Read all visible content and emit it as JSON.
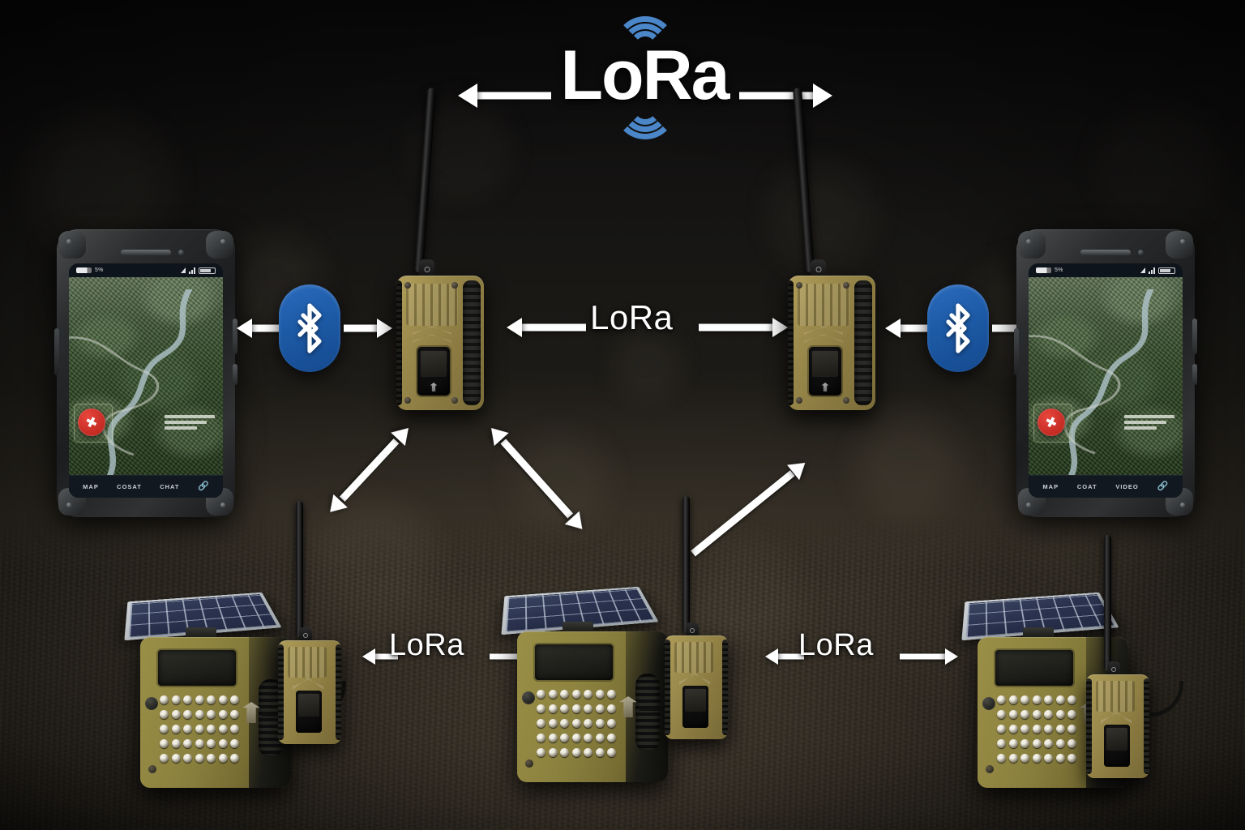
{
  "diagram": {
    "title": "LoRa",
    "background": "dark blurred rocky terrain",
    "accent_blue": "#1d5aa6",
    "wave_blue": "#4a86c8",
    "device_tan": "#9b8a4c",
    "arrow_white": "#ffffff"
  },
  "logo": {
    "text": "LoRa",
    "wave_icon": "radio-waves-icon"
  },
  "links": {
    "top_lora_label": "LoRa",
    "mid_lora_label": "LoRa",
    "bottom_lora_left_label": "LoRa",
    "bottom_lora_right_label": "LoRa",
    "bluetooth_icon": "bluetooth-icon"
  },
  "phones": [
    {
      "id": "phone-left",
      "status_bar": {
        "battery_icon": "battery-icon",
        "battery_text": "5%",
        "signal_icon": "signal-triangle-icon",
        "bars_icon": "signal-bars-icon",
        "right_battery_icon": "battery-outline-icon"
      },
      "map": {
        "marker_icon": "location-pin-icon",
        "marker_label": ""
      },
      "nav": [
        {
          "label": "MAP",
          "name": "tab-map"
        },
        {
          "label": "COSAT",
          "name": "tab-cosat"
        },
        {
          "label": "CHAT",
          "name": "tab-chat"
        }
      ],
      "nav_icon": "bluetooth-mini-icon"
    },
    {
      "id": "phone-right",
      "status_bar": {
        "battery_icon": "battery-icon",
        "battery_text": "5%",
        "signal_icon": "signal-triangle-icon",
        "bars_icon": "signal-bars-icon",
        "right_battery_icon": "battery-outline-icon"
      },
      "map": {
        "marker_icon": "location-pin-icon",
        "marker_label": ""
      },
      "nav": [
        {
          "label": "MAP",
          "name": "tab-map"
        },
        {
          "label": "COAT",
          "name": "tab-coat"
        },
        {
          "label": "VIDEO",
          "name": "tab-video"
        }
      ],
      "nav_icon": "bluetooth-mini-icon"
    }
  ],
  "radios": [
    {
      "id": "radio-left",
      "name": "handheld-lora-radio-left"
    },
    {
      "id": "radio-right",
      "name": "handheld-lora-radio-right"
    }
  ],
  "sensors": [
    {
      "id": "sensor-1",
      "name": "solar-sensor-node-1"
    },
    {
      "id": "sensor-2",
      "name": "solar-sensor-node-2"
    },
    {
      "id": "sensor-3",
      "name": "solar-sensor-node-3"
    }
  ]
}
